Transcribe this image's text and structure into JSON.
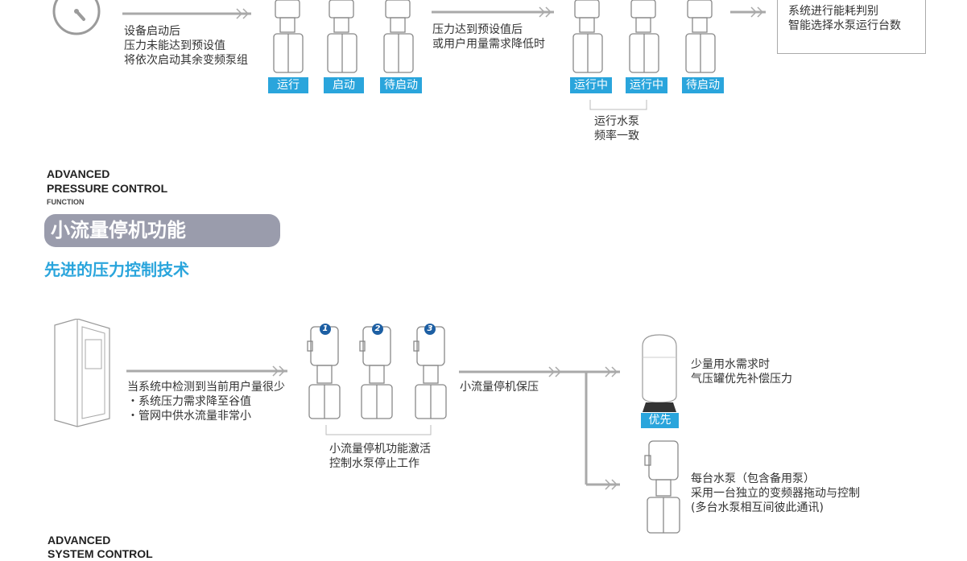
{
  "top": {
    "step1_text": "设备启动后\n压力未能达到预设值\n将依次启动其余变频泵组",
    "status_a": [
      "运行",
      "启动",
      "待启动"
    ],
    "step2_text": "压力达到预设值后\n或用户用量需求降低时",
    "status_b": [
      "运行中",
      "运行中",
      "待启动"
    ],
    "note": "运行水泵\n频率一致",
    "box_text": "系统进行能耗判别\n智能选择水泵运行台数"
  },
  "section": {
    "label_line1": "ADVANCED",
    "label_line2": "PRESSURE CONTROL",
    "label_line3": "FUNCTION",
    "title": "小流量停机功能",
    "subtitle": "先进的压力控制技术"
  },
  "bottom": {
    "detect_text": "当系统中检测到当前用户量很少\n・系统压力需求降至谷值\n・管网中供水流量非常小",
    "pump_numbers": [
      "1",
      "2",
      "3"
    ],
    "pumps_caption": "小流量停机功能激活\n控制水泵停止工作",
    "hold_text": "小流量停机保压",
    "tank_text": "少量用水需求时\n气压罐优先补偿压力",
    "priority_tag": "优先",
    "pump_note": "每台水泵（包含备用泵）\n采用一台独立的变频器拖动与控制\n(多台水泵相互间彼此通讯)"
  },
  "footer": {
    "label_line1": "ADVANCED",
    "label_line2": "SYSTEM CONTROL"
  },
  "colors": {
    "accent": "#2aa5dc",
    "pill": "#9a9cac",
    "line": "#a9a9a9"
  }
}
